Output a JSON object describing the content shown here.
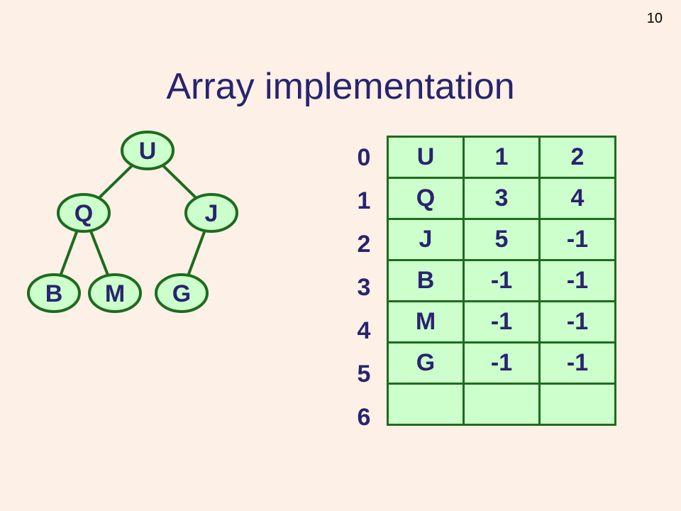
{
  "slide_number": "10",
  "title": "Array implementation",
  "colors": {
    "background": "#FDF0E6",
    "title": "#28246E",
    "node_fill": "#CCFFCC",
    "node_stroke": "#1E6B1E",
    "edge": "#1E6B1E",
    "cell_fill": "#CCFFCC",
    "cell_border": "#1E6B1E",
    "text": "#28246E"
  },
  "tree": {
    "nodes": [
      {
        "id": 0,
        "label": "U"
      },
      {
        "id": 1,
        "label": "Q"
      },
      {
        "id": 2,
        "label": "J"
      },
      {
        "id": 3,
        "label": "B"
      },
      {
        "id": 4,
        "label": "M"
      },
      {
        "id": 5,
        "label": "G"
      }
    ],
    "edges": [
      [
        0,
        1
      ],
      [
        0,
        2
      ],
      [
        1,
        3
      ],
      [
        1,
        4
      ],
      [
        2,
        5
      ]
    ]
  },
  "array": {
    "indices": [
      "0",
      "1",
      "2",
      "3",
      "4",
      "5",
      "6"
    ],
    "rows": [
      [
        "U",
        "1",
        "2"
      ],
      [
        "Q",
        "3",
        "4"
      ],
      [
        "J",
        "5",
        "-1"
      ],
      [
        "B",
        "-1",
        "-1"
      ],
      [
        "M",
        "-1",
        "-1"
      ],
      [
        "G",
        "-1",
        "-1"
      ],
      [
        "",
        "",
        ""
      ]
    ]
  }
}
